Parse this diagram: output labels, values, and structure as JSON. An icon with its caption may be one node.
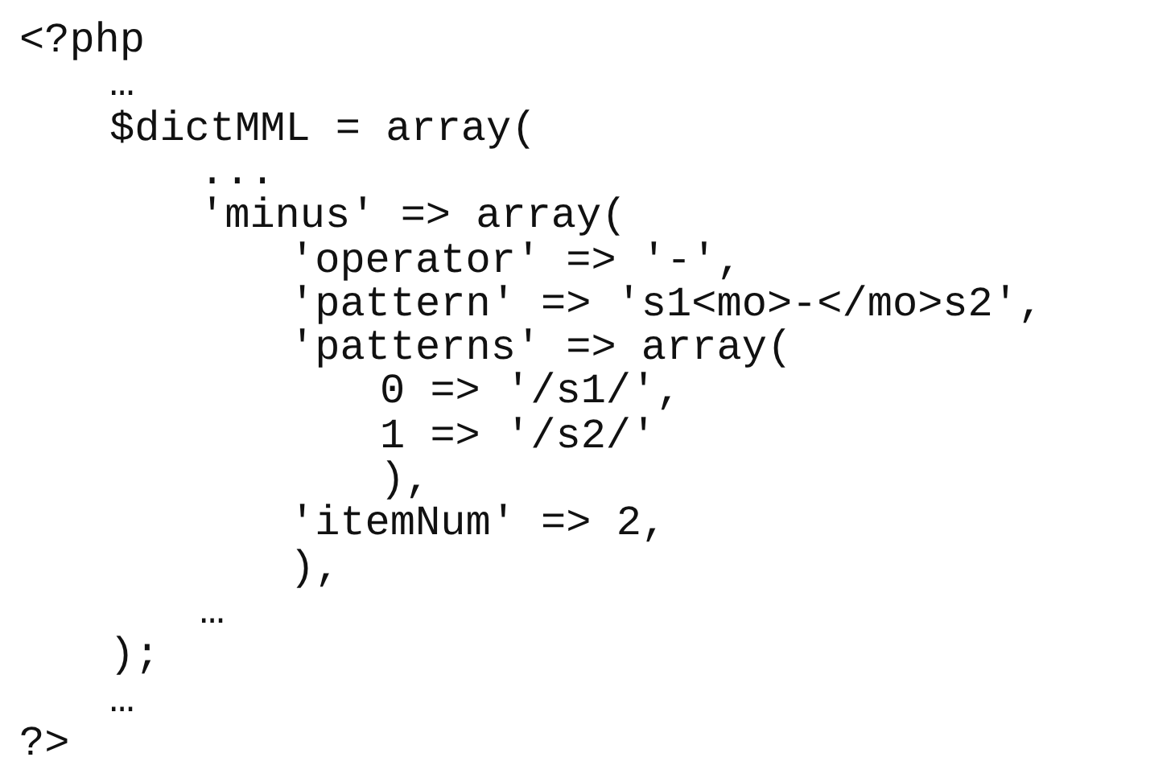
{
  "diagram": {
    "labels": [
      "<?php",
      "…",
      "$dictMML = array(",
      "...",
      "'minus' => array(",
      "'operator' => '-',",
      "'pattern' => 's1<mo>-</mo>s2',",
      "'patterns' => array(",
      "0 => '/s1/',",
      "1 => '/s2/'",
      "),",
      "'itemNum' => 2,",
      "),",
      "…",
      ");",
      "…",
      "?>"
    ]
  }
}
